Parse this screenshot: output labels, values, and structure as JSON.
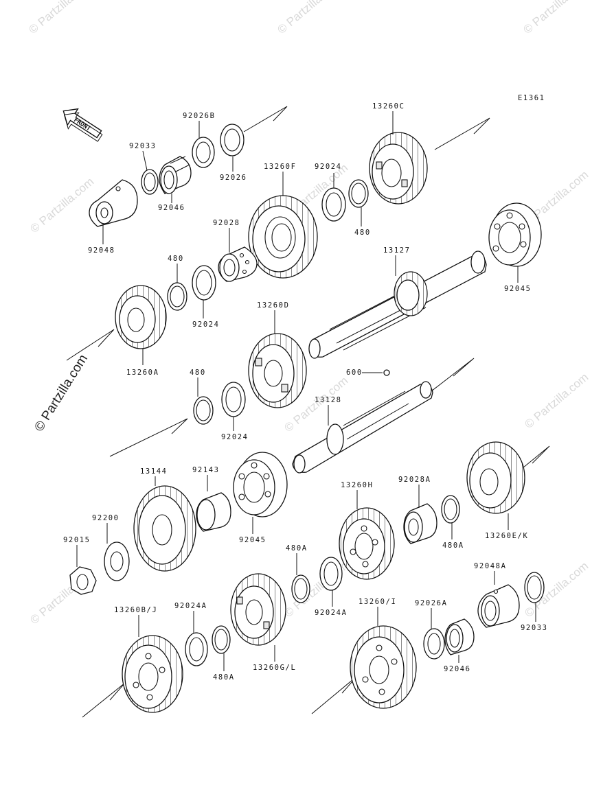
{
  "diagram_code": "E1361",
  "front_arrow_text": "FRONT",
  "watermark_text": "© Partzilla.com",
  "labels": {
    "p92026B": "92026B",
    "p92033_top": "92033",
    "p92046_top": "92046",
    "p92026": "92026",
    "p92048": "92048",
    "p13260C": "13260C",
    "p13260F": "13260F",
    "p92024_top": "92024",
    "p480_top": "480",
    "p92028": "92028",
    "p480_mid": "480",
    "p92024_mid": "92024",
    "p13127": "13127",
    "p92045_top": "92045",
    "p13260D": "13260D",
    "p13260A": "13260A",
    "p480_low": "480",
    "p92024_low": "92024",
    "p600": "600",
    "p13128": "13128",
    "p13144": "13144",
    "p92143": "92143",
    "p92200": "92200",
    "p92015": "92015",
    "p92045_low": "92045",
    "p13260H": "13260H",
    "p92028A": "92028A",
    "p480A_a": "480A",
    "p13260EK": "13260E/K",
    "p480A_b": "480A",
    "p92024A_a": "92024A",
    "p13260BJ": "13260B/J",
    "p92024A_b": "92024A",
    "p480A_c": "480A",
    "p13260GL": "13260G/L",
    "p13260I": "13260/I",
    "p92026A": "92026A",
    "p92048A": "92048A",
    "p92046_low": "92046",
    "p92033_low": "92033"
  }
}
